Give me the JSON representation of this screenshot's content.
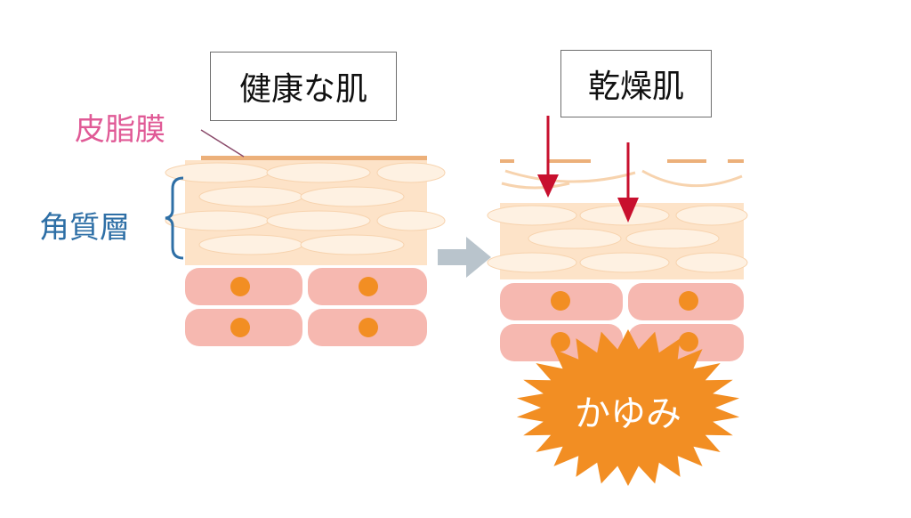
{
  "labels": {
    "healthy_skin": "健康な肌",
    "dry_skin": "乾燥肌",
    "sebum_membrane": "皮脂膜",
    "stratum_corneum": "角質層",
    "itch": "かゆみ"
  },
  "colors": {
    "sebum_text": "#e05a96",
    "stratum_text": "#2e6fa6",
    "sebum_film": "#ecb07a",
    "corneum_fill": "#fde3c8",
    "corneum_cell": "#fef1e2",
    "basal_cell": "#f6b8b0",
    "nucleus": "#f28e23",
    "arrow_red": "#c8102e",
    "arrow_gray": "#b9c4cc",
    "itch_burst": "#f28e23"
  }
}
